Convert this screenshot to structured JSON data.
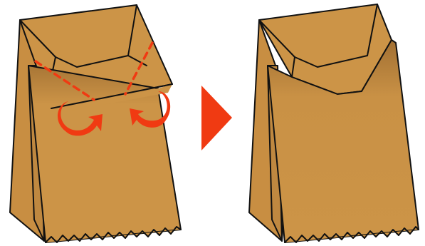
{
  "diagram": {
    "type": "origami-fold-instruction",
    "steps": [
      {
        "id": "before",
        "state": "flap-open",
        "shows_fold_lines": true,
        "shows_fold_arrows": true
      },
      {
        "id": "after",
        "state": "corners-tucked",
        "shows_fold_lines": false,
        "shows_fold_arrows": false
      }
    ],
    "transition_icon": "arrow-right-icon",
    "fold_arrow_icon": "curved-tuck-arrow-icon",
    "colors": {
      "paper": "#CC9447",
      "paper_shadow": "#A87636",
      "paper_light": "#D69C4D",
      "outline": "#111111",
      "fold_line": "#F03A12",
      "arrow": "#F03A12",
      "background": "#FFFFFF"
    }
  }
}
